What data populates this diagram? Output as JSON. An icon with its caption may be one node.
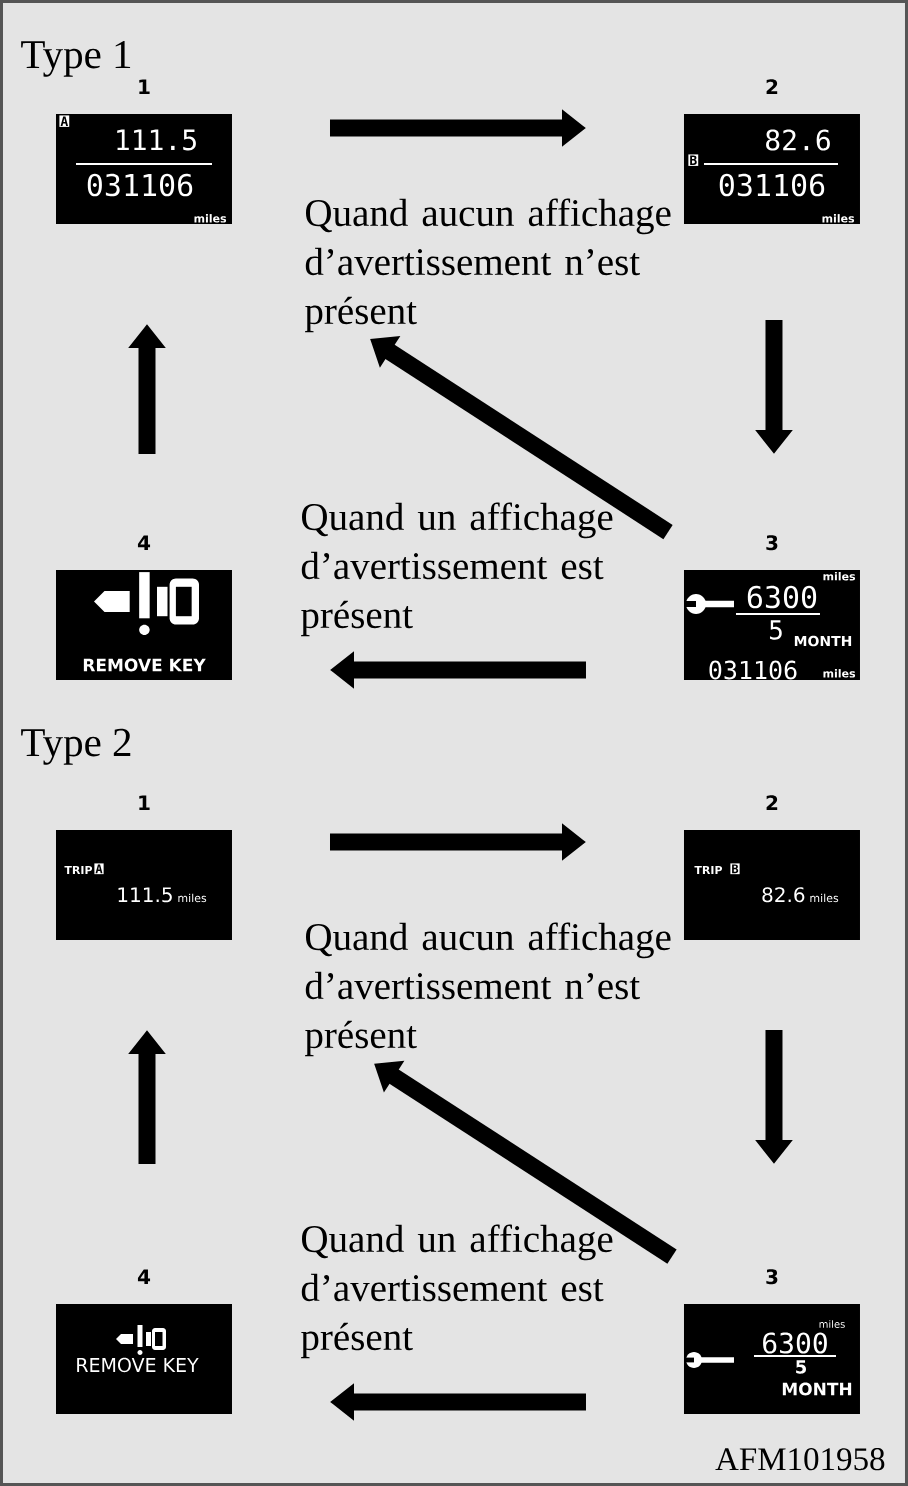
{
  "diagram": {
    "nodes": [
      {
        "text": [
          "A",
          "111.5",
          "031106",
          "miles"
        ],
        "beside": [
          "1"
        ]
      },
      {
        "text": [
          "B",
          "82.6",
          "031106",
          "miles"
        ],
        "beside": [
          "2"
        ]
      },
      {
        "text": [
          "miles",
          "6300",
          "5",
          "MONTH",
          "031106",
          "miles"
        ],
        "beside": [
          "3"
        ]
      },
      {
        "text": [
          "REMOVE KEY"
        ],
        "beside": [
          "4"
        ]
      },
      {
        "text": [
          "TRIP",
          "A",
          "111.5",
          "miles"
        ],
        "beside": [
          "1"
        ]
      },
      {
        "text": [
          "TRIP",
          "B",
          "82.6",
          "miles"
        ],
        "beside": [
          "2"
        ]
      },
      {
        "text": [
          "miles",
          "6300",
          "5",
          "MONTH"
        ],
        "beside": [
          "3"
        ]
      },
      {
        "text": [
          "REMOVE KEY"
        ],
        "beside": [
          "4"
        ]
      }
    ],
    "edges": [
      {
        "from": 0,
        "to": 1,
        "arrow": "to"
      },
      {
        "from": 1,
        "to": 2,
        "arrow": "to"
      },
      {
        "from": 2,
        "to": 3,
        "arrow": "to",
        "label": "Quand un affichage d’avertissement est présent"
      },
      {
        "from": 3,
        "to": 0,
        "arrow": "to"
      },
      {
        "from": 2,
        "to": null,
        "arrow": "to",
        "label": "Quand aucun affichage d’avertissement n’est présent"
      },
      {
        "from": 4,
        "to": 5,
        "arrow": "to"
      },
      {
        "from": 5,
        "to": 6,
        "arrow": "to"
      },
      {
        "from": 6,
        "to": 7,
        "arrow": "to",
        "label": "Quand un affichage d’avertissement est présent"
      },
      {
        "from": 7,
        "to": 4,
        "arrow": "to"
      },
      {
        "from": 6,
        "to": null,
        "arrow": "to",
        "label": "Quand aucun affichage d’avertissement n’est présent"
      }
    ],
    "labels": [
      "Type 1",
      "Type 2",
      "AFM101958"
    ]
  }
}
